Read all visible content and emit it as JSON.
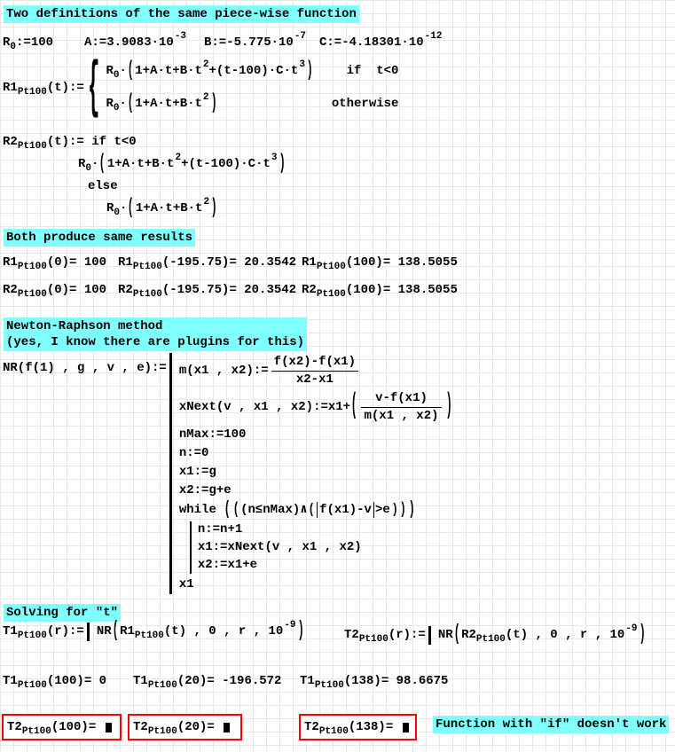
{
  "theme": {
    "highlight_color": "#80ffff",
    "grid_color": "#e7e7e7",
    "text_color": "#000000",
    "error_border_color": "#ff0000",
    "background_color": "#ffffff"
  },
  "labels": {
    "title1": "Two definitions of the same piece-wise function",
    "results_title": "Both produce same results",
    "nr_title": "Newton-Raphson method\n(yes, I know there are plugins for this)",
    "solving_title": "Solving for \"t\"",
    "if_note": "Function with \"if\" doesn't work"
  },
  "math": {
    "r0": [
      "R",
      {
        "sb": "0"
      },
      ":=100"
    ],
    "a": [
      "A:=3.9083·10",
      {
        "sp": "-3"
      }
    ],
    "b": [
      "B:=-5.775·10",
      {
        "sp": "-7"
      }
    ],
    "c": [
      "C:=-4.18301·10",
      {
        "sp": "-12"
      }
    ],
    "r1def": [
      "R1",
      {
        "sb": "Pt100"
      },
      "(t):=",
      {
        "brace": [
          {
            "e": [
              "R",
              {
                "sb": "0"
              },
              "·",
              {
                "par": [
                  "1+A·t+B·t",
                  {
                    "sp": "2"
                  },
                  "+(t-100)·C·t",
                  {
                    "sp": "3"
                  }
                ],
                "s": 1.7
              }
            ],
            "c": "if  t<0"
          },
          {
            "e": [
              "R",
              {
                "sb": "0"
              },
              "·",
              {
                "par": [
                  "1+A·t+B·t",
                  {
                    "sp": "2"
                  }
                ],
                "s": 1.7
              }
            ],
            "c": "otherwise"
          }
        ]
      }
    ],
    "r2def": {
      "lines": [
        {
          "ind": 0,
          "t": [
            "R2",
            {
              "sb": "Pt100"
            },
            "(t):= if t<0"
          ]
        },
        {
          "ind": 85,
          "tall": 1,
          "t": [
            "R",
            {
              "sb": "0"
            },
            "·",
            {
              "par": [
                "1+A·t+B·t",
                {
                  "sp": "2"
                },
                "+(t-100)·C·t",
                {
                  "sp": "3"
                }
              ],
              "s": 1.7
            }
          ]
        },
        {
          "ind": 96,
          "t": [
            "else"
          ]
        },
        {
          "ind": 117,
          "tall": 1,
          "t": [
            "R",
            {
              "sb": "0"
            },
            "·",
            {
              "par": [
                "1+A·t+B·t",
                {
                  "sp": "2"
                }
              ],
              "s": 1.7
            }
          ]
        }
      ]
    },
    "r1e0": [
      "R1",
      {
        "sb": "Pt100"
      },
      "(0)= 100"
    ],
    "r1e1": [
      "R1",
      {
        "sb": "Pt100"
      },
      "(-195.75)= 20.3542"
    ],
    "r1e2": [
      "R1",
      {
        "sb": "Pt100"
      },
      "(100)= 138.5055"
    ],
    "r2e0": [
      "R2",
      {
        "sb": "Pt100"
      },
      "(0)= 100"
    ],
    "r2e1": [
      "R2",
      {
        "sb": "Pt100"
      },
      "(-195.75)= 20.3542"
    ],
    "r2e2": [
      "R2",
      {
        "sb": "Pt100"
      },
      "(100)= 138.5055"
    ],
    "nrdef": [
      "NR(f(1) , g , v , e):=",
      {
        "prog": [
          [
            "m(x1 , x2):=",
            {
              "fr": [
                [
                  "f(x2)-f(x1)"
                ],
                [
                  "x2-x1"
                ]
              ]
            }
          ],
          [
            "xNext(v , x1 , x2):=x1+",
            {
              "par": [
                {
                  "fr": [
                    [
                      "v-f(x1)"
                    ],
                    [
                      "m(x1 , x2)"
                    ]
                  ]
                }
              ],
              "s": 2.3
            }
          ],
          [
            "nMax:=100"
          ],
          [
            "n:=0"
          ],
          [
            "x1:=g"
          ],
          [
            "x2:=g+e"
          ],
          [
            "while ",
            {
              "par": [
                {
                  "par": [
                    "(n≤nMax)∧",
                    {
                      "par": [
                        {
                          "abs": [
                            "f(x1)-v"
                          ]
                        },
                        ">e"
                      ],
                      "s": 1.15
                    }
                  ],
                  "s": 1.3
                }
              ],
              "s": 1.5
            }
          ],
          [
            {
              "prog": [
                [
                  "n:=n+1"
                ],
                [
                  "x1:=xNext(v , x1 , x2)"
                ],
                [
                  "x2:=x1+e"
                ]
              ]
            }
          ],
          [
            "x1"
          ]
        ]
      }
    ],
    "t1def": [
      "T1",
      {
        "sb": "Pt100"
      },
      "(r):=",
      {
        "prog": [
          [
            "NR",
            {
              "par": [
                "R1",
                {
                  "sb": "Pt100"
                },
                "(t) , 0 , r , 10",
                {
                  "sp": "-9"
                }
              ],
              "s": 1.8
            }
          ]
        ]
      }
    ],
    "t2def": [
      "T2",
      {
        "sb": "Pt100"
      },
      "(r):=",
      {
        "prog": [
          [
            "NR",
            {
              "par": [
                "R2",
                {
                  "sb": "Pt100"
                },
                "(t) , 0 , r , 10",
                {
                  "sp": "-9"
                }
              ],
              "s": 1.8
            }
          ]
        ]
      }
    ],
    "t1e0": [
      "T1",
      {
        "sb": "Pt100"
      },
      "(100)= 0"
    ],
    "t1e1": [
      "T1",
      {
        "sb": "Pt100"
      },
      "(20)= -196.572"
    ],
    "t1e2": [
      "T1",
      {
        "sb": "Pt100"
      },
      "(138)= 98.6675"
    ],
    "t2err0": [
      "T2",
      {
        "sb": "Pt100"
      },
      "(100)= ",
      {
        "sq": 1
      }
    ],
    "t2err1": [
      "T2",
      {
        "sb": "Pt100"
      },
      "(20)= ",
      {
        "sq": 1
      }
    ],
    "t2err2": [
      "T2",
      {
        "sb": "Pt100"
      },
      "(138)= ",
      {
        "sq": 1
      }
    ]
  }
}
